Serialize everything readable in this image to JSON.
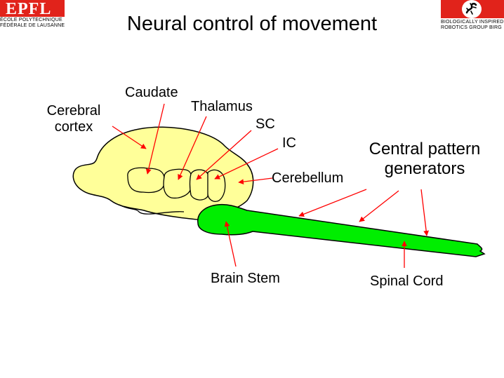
{
  "slide": {
    "title": "Neural control of movement"
  },
  "logos": {
    "epfl": {
      "mark": "EPFL",
      "line1": "ÉCOLE POLYTECHNIQUE",
      "line2": "FÉDÉRALE DE LAUSANNE",
      "color": "#e1231b"
    },
    "birg": {
      "line1": "BIOLOGICALLY INSPIRED",
      "line2": "ROBOTICS GROUP BIRG",
      "color": "#e1231b"
    }
  },
  "labels": {
    "cerebral_cortex": [
      "Cerebral",
      "cortex"
    ],
    "caudate": "Caudate",
    "thalamus": "Thalamus",
    "sc": "SC",
    "ic": "IC",
    "cerebellum": "Cerebellum",
    "central_pattern_generators": [
      "Central pattern",
      "generators"
    ],
    "brain_stem": "Brain Stem",
    "spinal_cord": "Spinal Cord"
  },
  "colors": {
    "brain_fill": "#ffff99",
    "spinal_fill": "#00ee00",
    "arrow": "#ff0000",
    "outline": "#000000"
  }
}
